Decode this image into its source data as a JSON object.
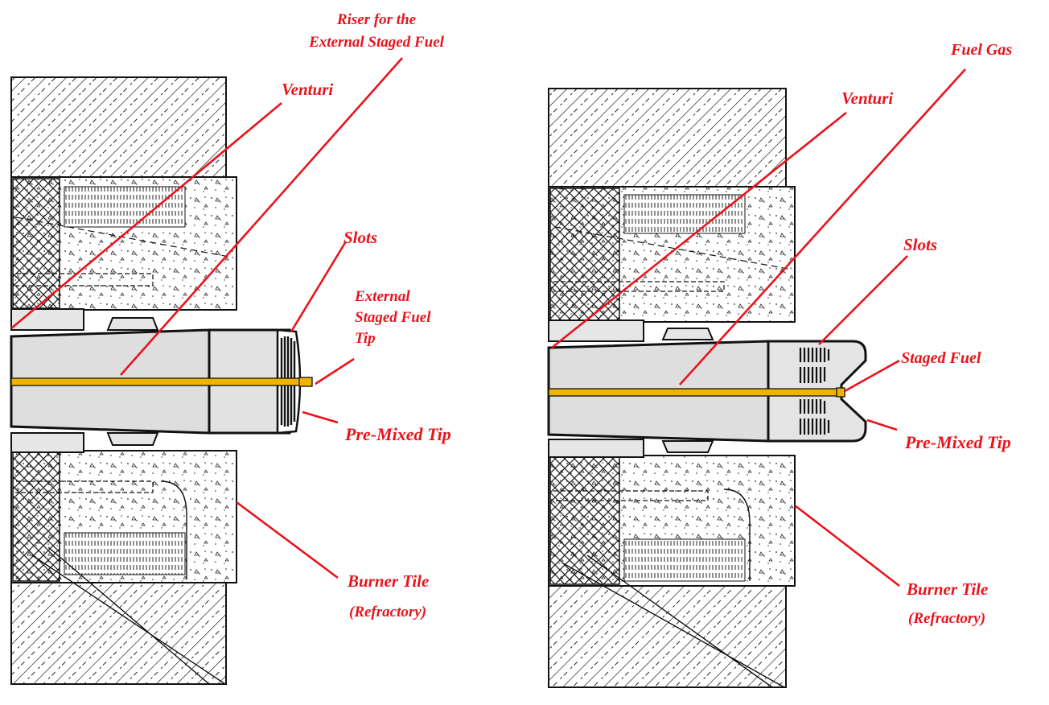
{
  "colors": {
    "label": "#e8141c",
    "ink": "#111111",
    "tube": "#dedede",
    "fuel_line": "#f0b400",
    "background": "#ffffff"
  },
  "left_diagram": {
    "riser_label_line1": "Riser for the",
    "riser_label_line2": "External Staged Fuel",
    "venturi": "Venturi",
    "slots": "Slots",
    "external_label_line1": "External",
    "external_label_line2": "Staged Fuel",
    "external_label_line3": "Tip",
    "premixed_tip": "Pre-Mixed Tip",
    "burner_tile": "Burner Tile",
    "refractory": "(Refractory)"
  },
  "right_diagram": {
    "fuel_gas": "Fuel Gas",
    "venturi": "Venturi",
    "slots": "Slots",
    "staged_fuel": "Staged Fuel",
    "premixed_tip": "Pre-Mixed Tip",
    "burner_tile": "Burner Tile",
    "refractory": "(Refractory)"
  }
}
